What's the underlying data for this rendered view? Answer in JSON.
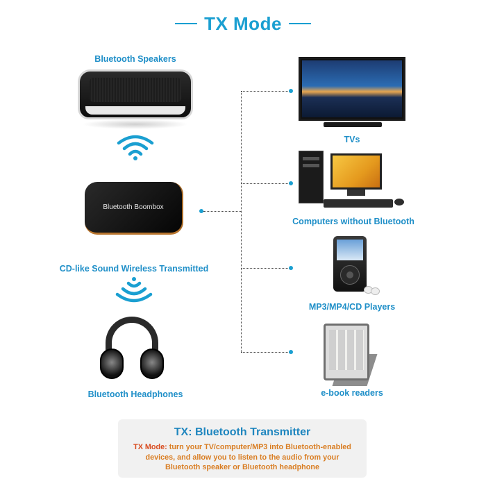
{
  "title": "TX Mode",
  "left": {
    "speakers_label": "Bluetooth Speakers",
    "boombox_text": "Bluetooth Boombox",
    "transmit_label": "CD-like Sound Wireless Transmitted",
    "headphones_label": "Bluetooth Headphones"
  },
  "right": {
    "tvs_label": "TVs",
    "computers_label": "Computers without Bluetooth",
    "mp3_label": "MP3/MP4/CD Players",
    "ebook_label": "e-book readers"
  },
  "info": {
    "heading": "TX: Bluetooth Transmitter",
    "mode_prefix": "TX Mode:",
    "line1": " turn your TV/computer/MP3 into Bluetooth-enabled",
    "line2": "devices, and allow you to listen to the audio from your",
    "line3": "Bluetooth speaker or Bluetooth headphone"
  },
  "colors": {
    "accent": "#1a9fd1",
    "label_blue": "#1f8fc8",
    "orange": "#d97d22"
  },
  "icons": [
    "wireless-signal-icon",
    "connector-dot-icon"
  ]
}
